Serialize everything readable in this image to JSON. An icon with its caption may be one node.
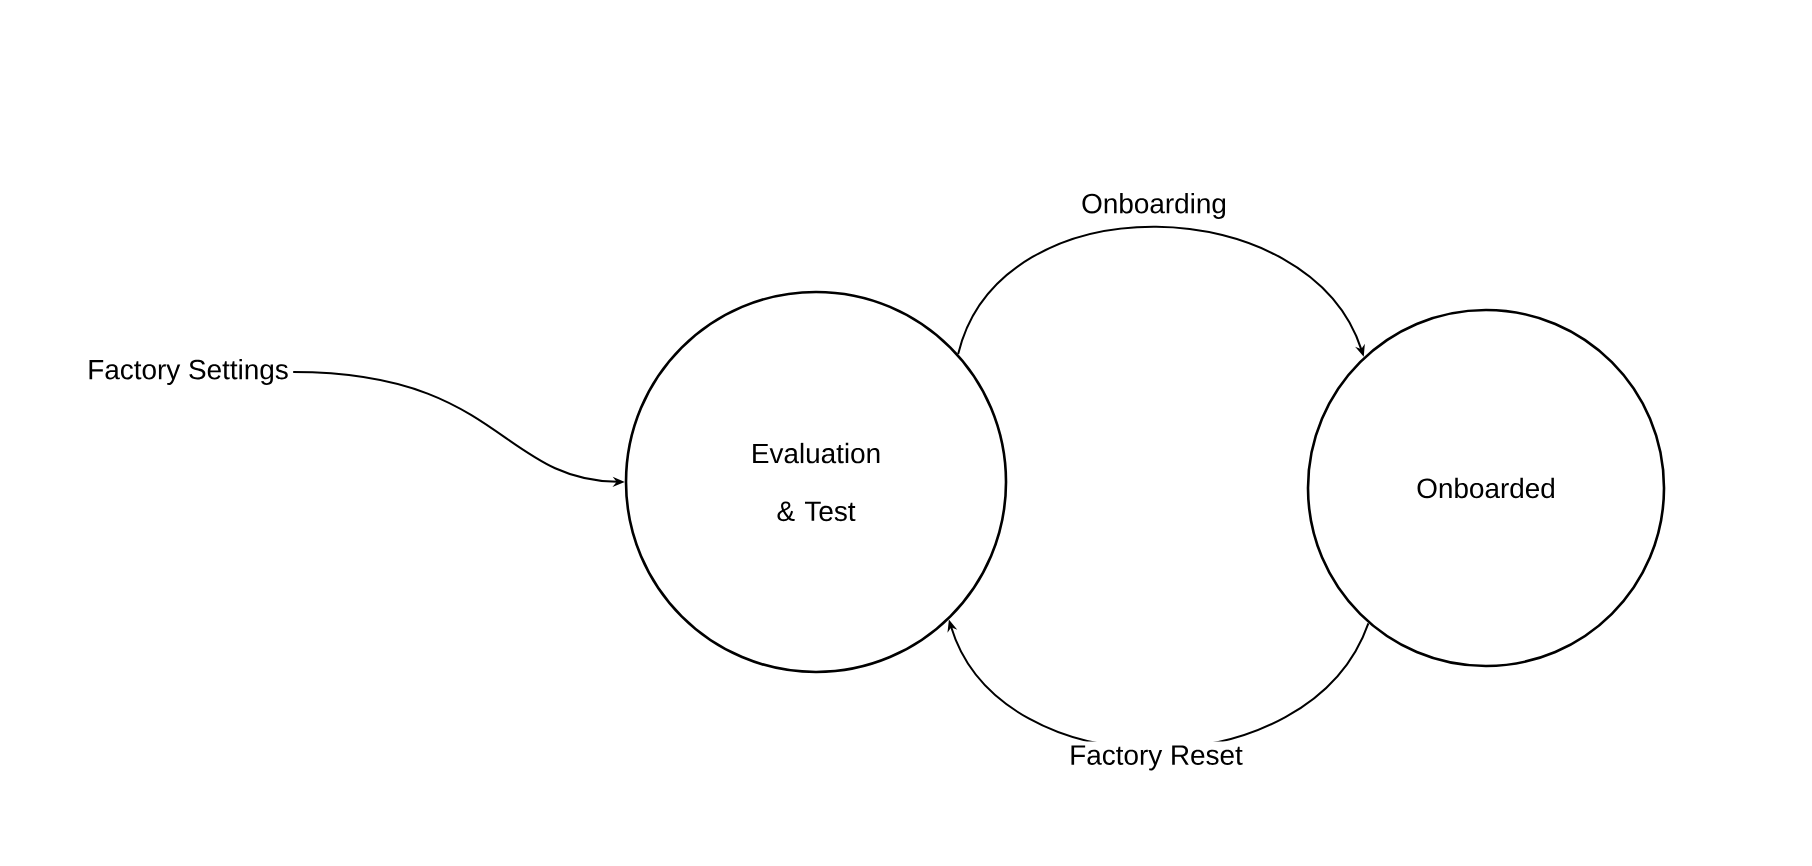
{
  "diagram": {
    "nodes": [
      {
        "text": [
          "Factory Settings"
        ]
      },
      {
        "text": [
          "Evaluation & Test"
        ]
      },
      {
        "text": [
          "Onboarded"
        ]
      }
    ],
    "edges": [
      {
        "from": 0,
        "to": 1,
        "arrow": "to"
      },
      {
        "from": 1,
        "to": 2,
        "arrow": "to",
        "label": "Onboarding"
      },
      {
        "from": 2,
        "to": 1,
        "arrow": "to",
        "label": "Factory Reset"
      }
    ]
  }
}
